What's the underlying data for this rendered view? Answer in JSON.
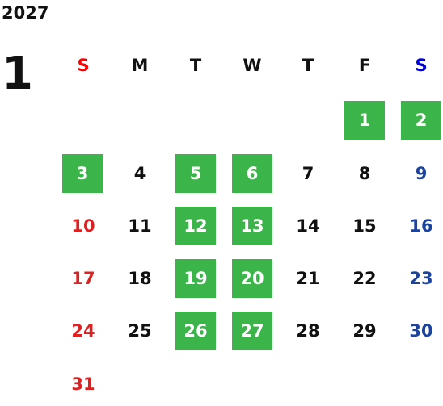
{
  "year": "2027",
  "month": "1",
  "colors": {
    "highlight": "#3bb44a",
    "sunday": "#e02020",
    "saturday": "#1a44a0",
    "sunday_header": "#ff0000",
    "saturday_header": "#0000dd",
    "text": "#111111"
  },
  "weekdays": [
    "S",
    "M",
    "T",
    "W",
    "T",
    "F",
    "S"
  ],
  "weeks": [
    [
      null,
      null,
      null,
      null,
      null,
      "1",
      "2"
    ],
    [
      "3",
      "4",
      "5",
      "6",
      "7",
      "8",
      "9"
    ],
    [
      "10",
      "11",
      "12",
      "13",
      "14",
      "15",
      "16"
    ],
    [
      "17",
      "18",
      "19",
      "20",
      "21",
      "22",
      "23"
    ],
    [
      "24",
      "25",
      "26",
      "27",
      "28",
      "29",
      "30"
    ],
    [
      "31",
      null,
      null,
      null,
      null,
      null,
      null
    ]
  ],
  "highlighted_days": [
    "1",
    "2",
    "3",
    "5",
    "6",
    "12",
    "13",
    "19",
    "20",
    "26",
    "27"
  ]
}
